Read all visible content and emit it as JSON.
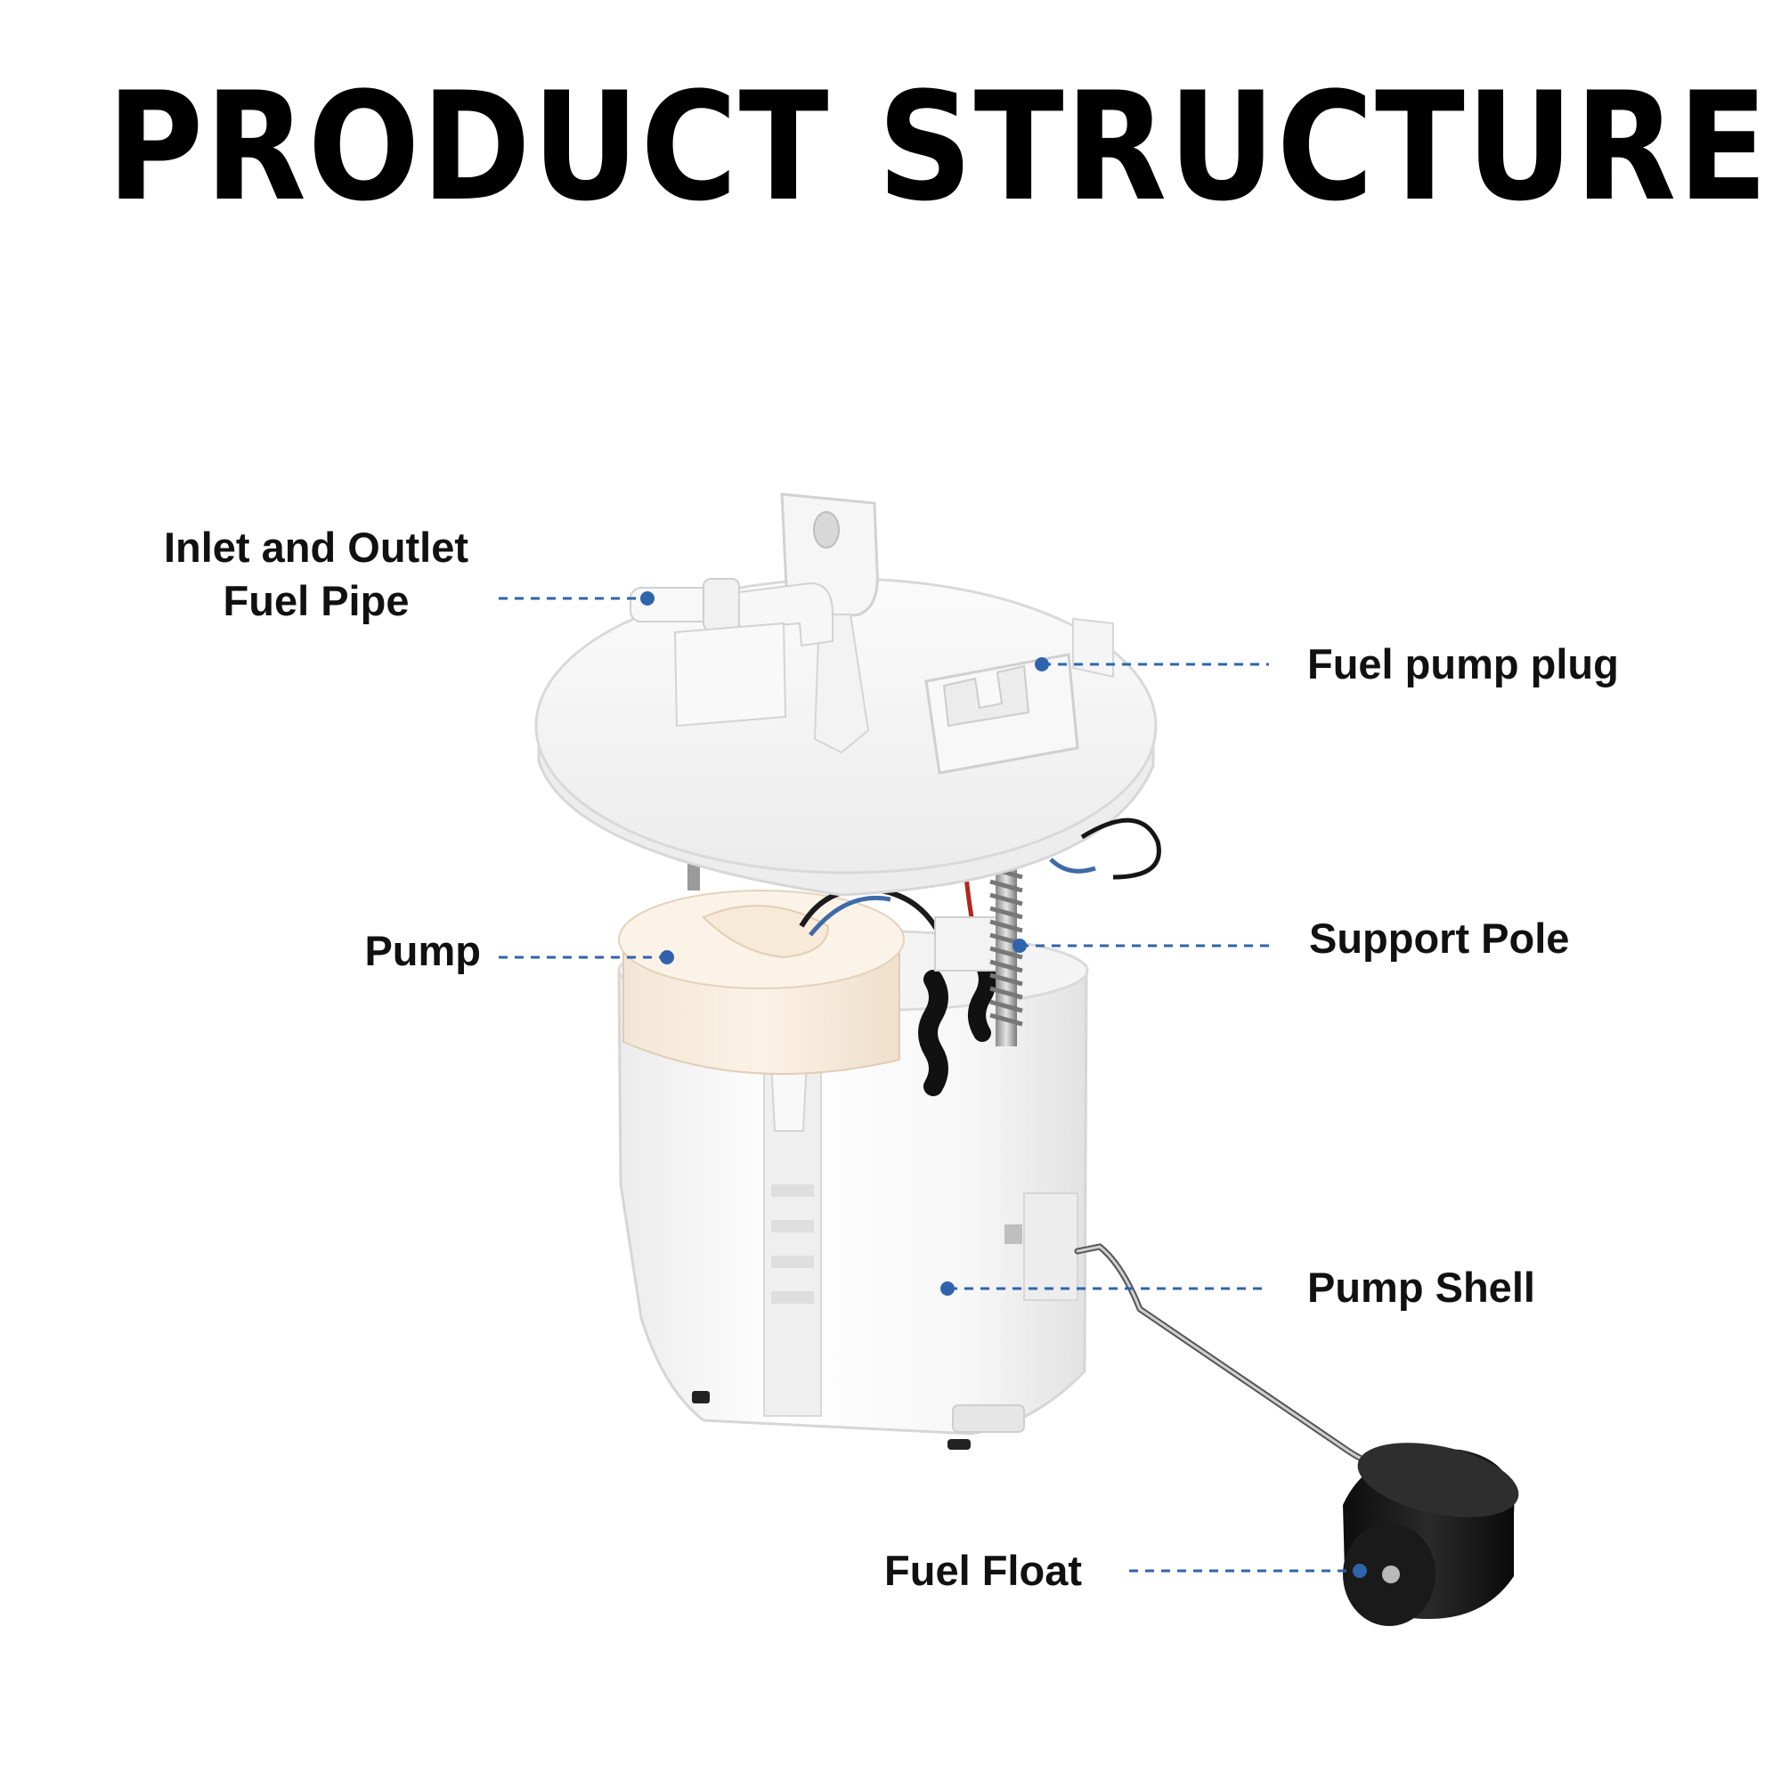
{
  "title": "PRODUCT STRUCTURE",
  "accent_color": "#2f64ad",
  "labels": {
    "inlet_outlet_line1": "Inlet and Outlet",
    "inlet_outlet_line2": "Fuel Pipe",
    "fuel_pump_plug": "Fuel pump plug",
    "pump": "Pump",
    "support_pole": "Support Pole",
    "pump_shell": "Pump Shell",
    "fuel_float": "Fuel Float"
  }
}
